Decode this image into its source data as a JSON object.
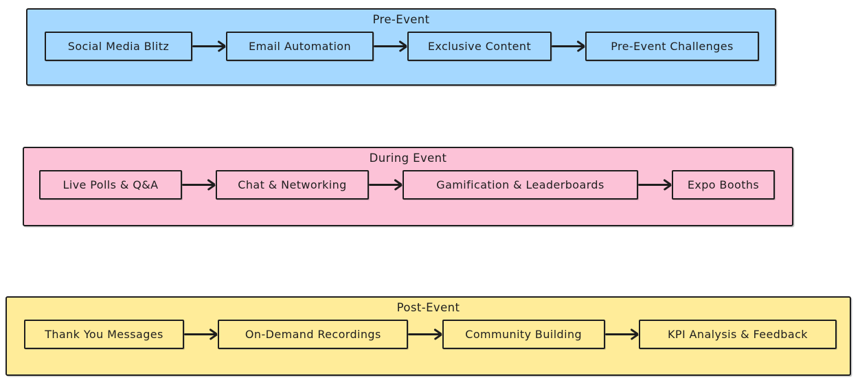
{
  "canvas": {
    "background": "#ffffff",
    "ink": "#1e1e1e"
  },
  "lanes": [
    {
      "title": "Pre-Event",
      "fill": "#a5d8ff",
      "nodes": [
        {
          "label": "Social Media Blitz"
        },
        {
          "label": "Email Automation"
        },
        {
          "label": "Exclusive Content"
        },
        {
          "label": "Pre-Event Challenges"
        }
      ]
    },
    {
      "title": "During Event",
      "fill": "#fcc2d7",
      "nodes": [
        {
          "label": "Live Polls & Q&A"
        },
        {
          "label": "Chat & Networking"
        },
        {
          "label": "Gamification & Leaderboards"
        },
        {
          "label": "Expo Booths"
        }
      ]
    },
    {
      "title": "Post-Event",
      "fill": "#ffec99",
      "nodes": [
        {
          "label": "Thank You Messages"
        },
        {
          "label": "On-Demand Recordings"
        },
        {
          "label": "Community Building"
        },
        {
          "label": "KPI Analysis & Feedback"
        }
      ]
    }
  ]
}
